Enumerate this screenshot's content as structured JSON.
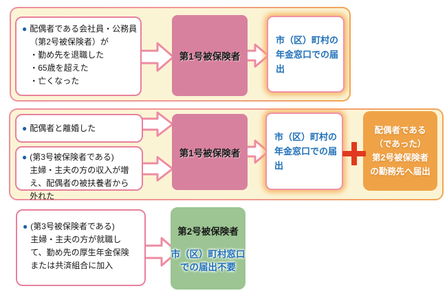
{
  "icons": {
    "bullet": "●",
    "arrow": "arrow-right-icon",
    "plus": "plus-icon"
  },
  "colors": {
    "panel_fill": "#fbf4d4",
    "panel_border_pink": "#ee8da0",
    "panel_border_orange": "#f3a64e",
    "cause_border": "#e8809d",
    "insured_pink": "#d8819f",
    "extra_orange": "#f0a246",
    "final_green": "#9cc593",
    "action_blue": "#2171b8",
    "bullet_blue": "#1d5fa6",
    "plus_red": "#e03a1e",
    "arrow_stroke": "#ee8ba2"
  },
  "rows": [
    {
      "causes": [
        {
          "text": "配偶者である会社員・公務員\n（第2号被保険者）が\n・勤め先を退職した\n・65歳を超えた\n・亡くなった"
        }
      ],
      "insured": "第1号被保険者",
      "action": "市（区）町村の\n年金窓口での届出"
    },
    {
      "causes": [
        {
          "text": "配偶者と離婚した"
        },
        {
          "text": "(第3号被保険者である)\n主婦・主夫の方の収入が増\nえ、配偶者の被扶養者から\n外れた"
        }
      ],
      "insured": "第1号被保険者",
      "action": "市（区）町村の\n年金窓口での届出",
      "extra_action": "配偶者である\n（であった）\n第2号被保険者\nの勤務先へ届出"
    },
    {
      "causes": [
        {
          "text": "(第3号被保険者である)\n主婦・主夫の方が就職し\nて、勤め先の厚生年金保険\nまたは共済組合に加入"
        }
      ],
      "insured": "第2号被保険者",
      "action": "市（区）町村窓口\nでの届出不要"
    }
  ]
}
